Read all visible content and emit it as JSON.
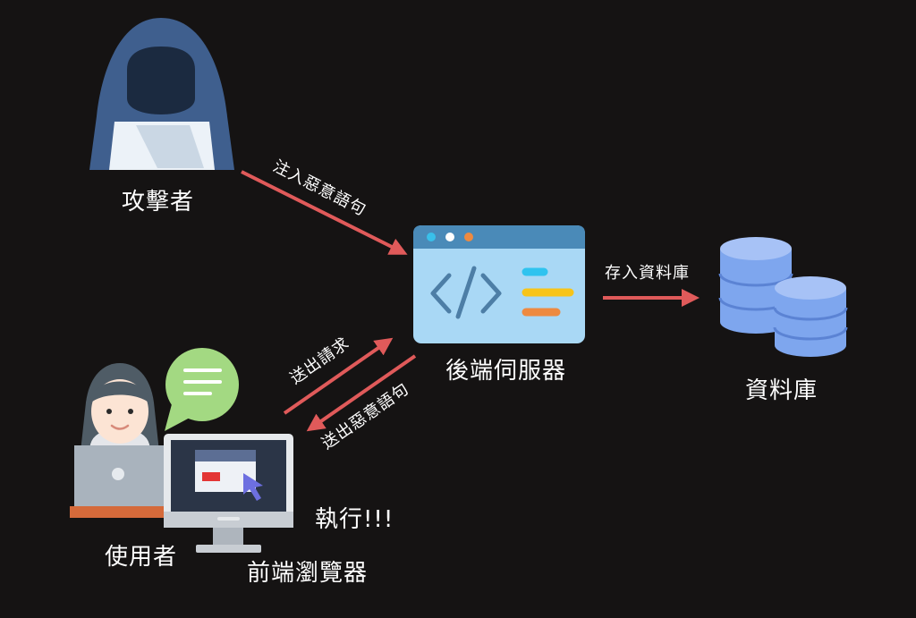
{
  "nodes": {
    "attacker": "攻擊者",
    "server": "後端伺服器",
    "database": "資料庫",
    "user": "使用者",
    "browser": "前端瀏覽器"
  },
  "edges": {
    "inject": "注入惡意語句",
    "store": "存入資料庫",
    "send_request": "送出請求",
    "send_malicious": "送出惡意語句"
  },
  "callout": "執行!!!",
  "colors": {
    "background": "#151313",
    "arrow": "#e05a5a",
    "hood": "#3f5f8e",
    "laptop": "#ecf2f8",
    "server_window": "#a9d8f5",
    "server_bar": "#4a8ab8",
    "database": "#7ea6ee",
    "chat_bubble": "#a3d982",
    "monitor": "#2b3547"
  }
}
